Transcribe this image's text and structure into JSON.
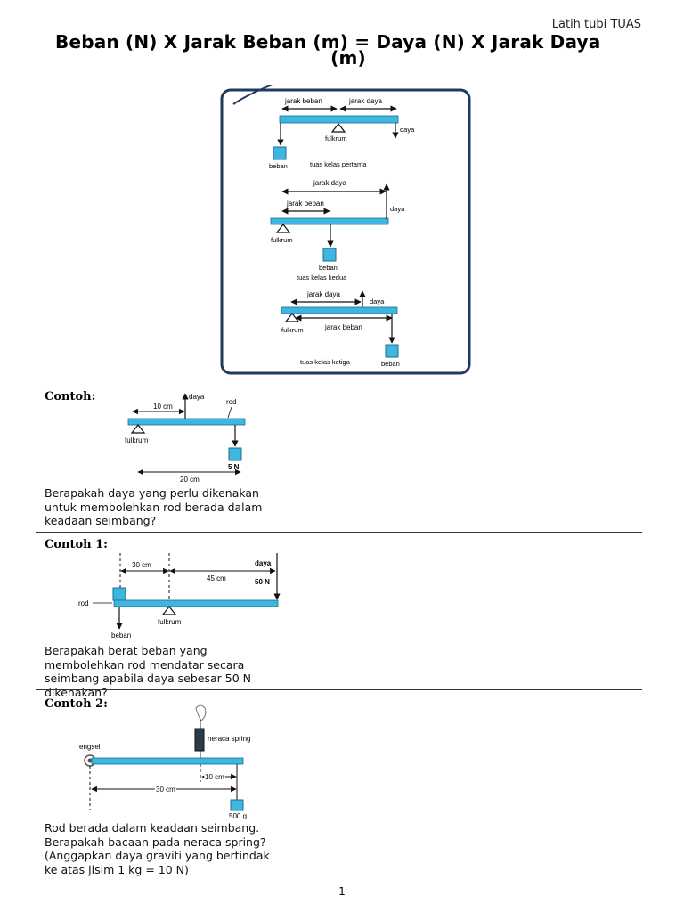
{
  "header_note": "Latih tubi TUAS",
  "title_line1": "Beban (N) X Jarak Beban (m) = Daya (N) X Jarak Daya",
  "title_line2": "(m)",
  "figure_main": {
    "jarak_beban": "jarak beban",
    "jarak_daya": "jarak daya",
    "daya": "daya",
    "fulkrum": "fulkrum",
    "beban": "beban",
    "kelas1": "tuas kelas pertama",
    "kelas2": "tuas kelas kedua",
    "kelas3": "tuas kelas ketiga"
  },
  "contoh": {
    "heading": "Contoh:",
    "dist1": "10 cm",
    "daya": "daya",
    "rod": "rod",
    "fulkrum": "fulkrum",
    "load": "5 N",
    "dist2": "20 cm",
    "question": "Berapakah daya yang perlu dikenakan untuk membolehkan rod berada dalam keadaan seimbang?"
  },
  "contoh1": {
    "heading": "Contoh 1:",
    "dist1": "30 cm",
    "dist2": "45 cm",
    "daya": "daya",
    "force": "50 N",
    "rod": "rod",
    "fulkrum": "fulkrum",
    "beban": "beban",
    "question": "Berapakah berat beban yang membolehkan rod mendatar secara seimbang apabila daya sebesar 50 N dikenakan?"
  },
  "contoh2": {
    "heading": "Contoh 2:",
    "neraca": "neraca spring",
    "engsel": "engsel",
    "dist1": "10 cm",
    "dist2": "30 cm",
    "mass": "500 g",
    "question": "Rod berada dalam keadaan seimbang. Berapakah bacaan pada neraca spring? (Anggapkan daya graviti yang bertindak ke atas jisim 1 kg = 10 N)"
  },
  "page_number": "1"
}
